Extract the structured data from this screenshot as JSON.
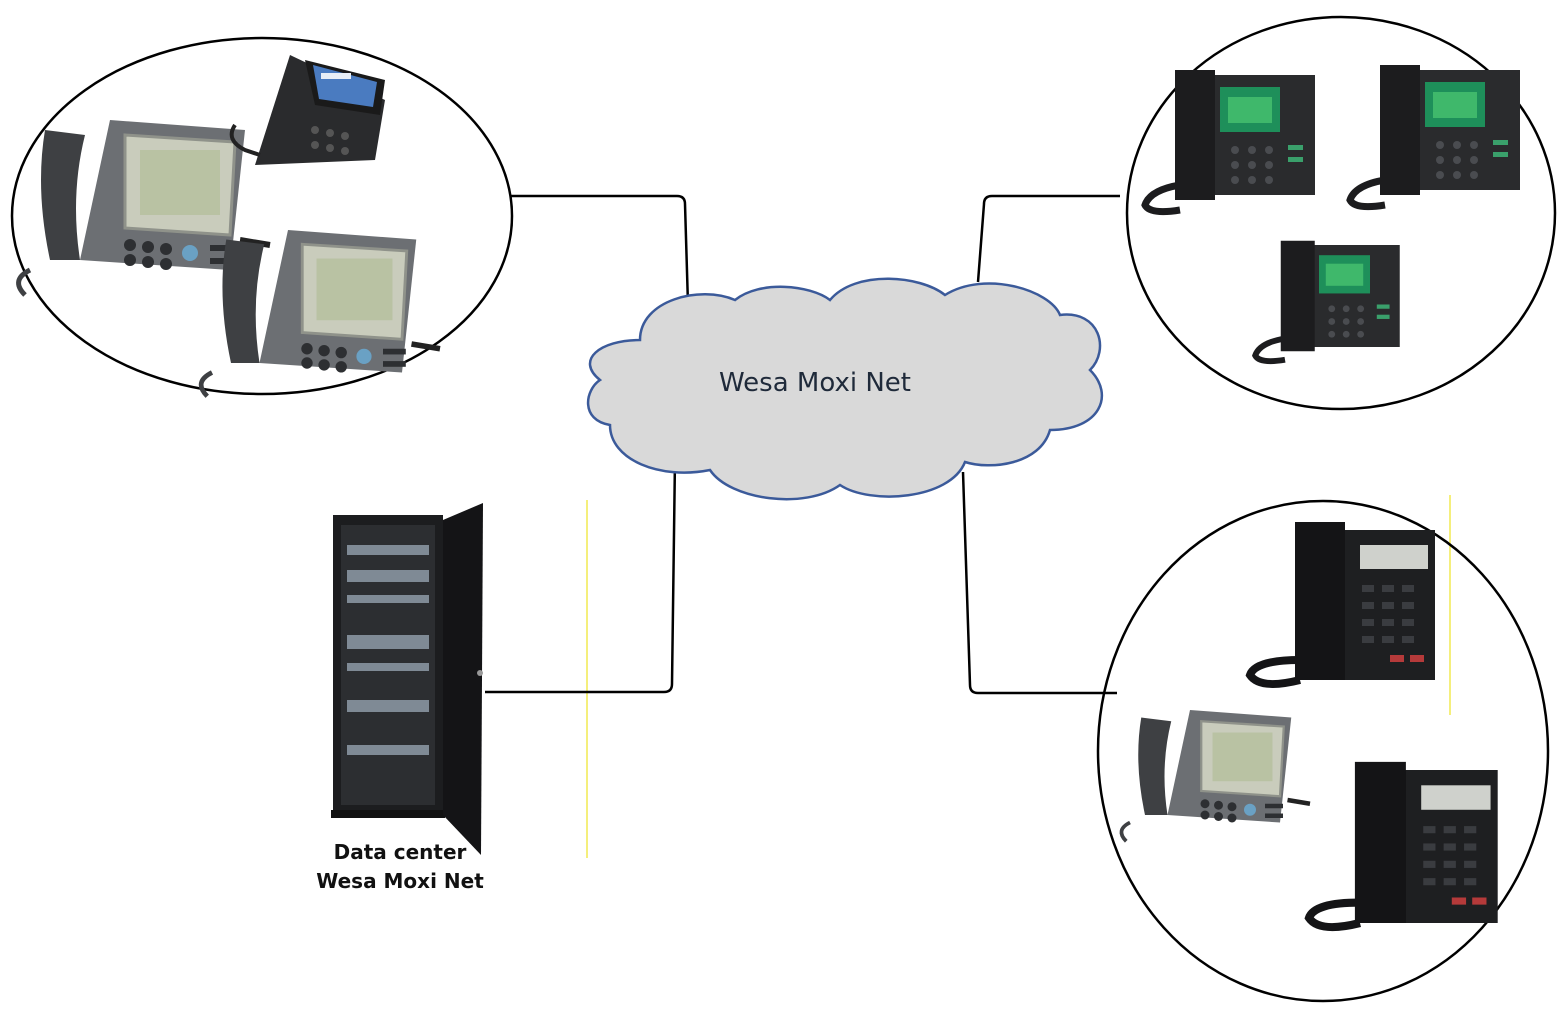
{
  "cloud": {
    "label": "Wesa Moxi Net"
  },
  "datacenter": {
    "line1": "Data center",
    "line2": "Wesa Moxi Net"
  },
  "icons": {
    "cloud": "network-cloud-icon",
    "rack": "server-rack-icon",
    "phone_color": "ip-phone-color-screen-icon",
    "phone_gray": "ip-phone-gray-icon",
    "phone_basic": "ip-phone-basic-icon"
  },
  "colors": {
    "cloud_fill": "#d9d9d9",
    "cloud_stroke": "#3b5a9a",
    "connector": "#000000",
    "group_outline": "#000000",
    "guide_line": "#f2ea50"
  }
}
